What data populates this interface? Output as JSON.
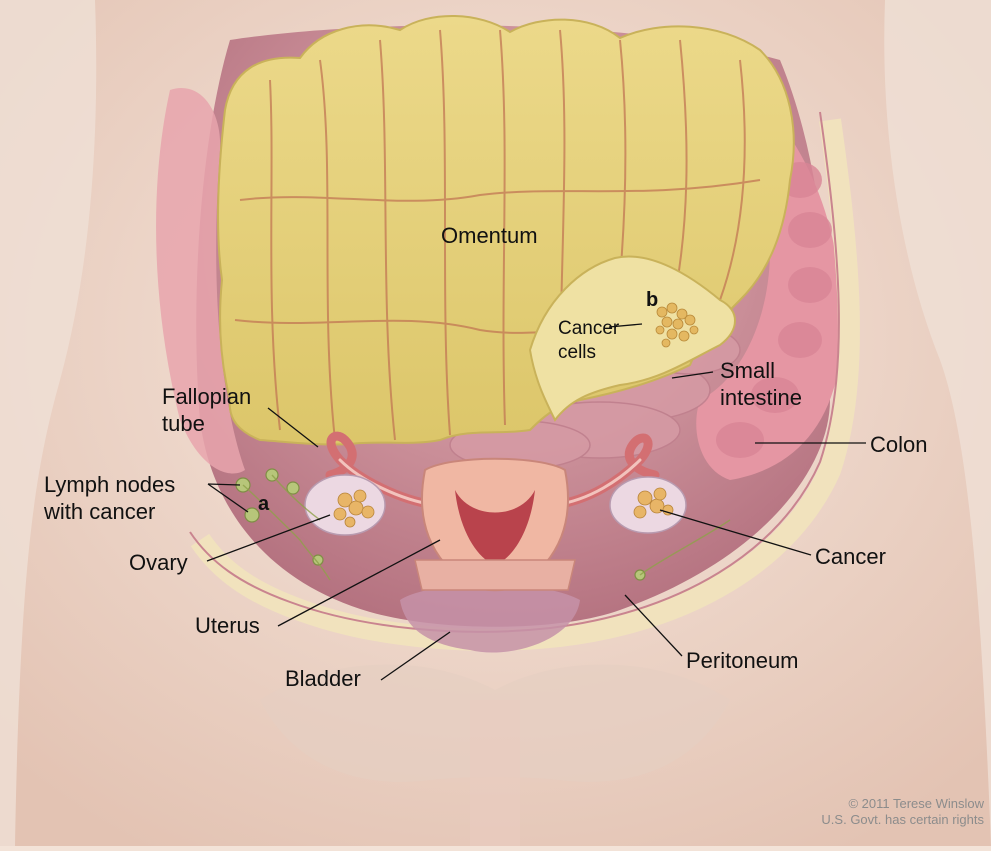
{
  "labels": {
    "omentum": "Omentum",
    "cancer_cells_line1": "Cancer",
    "cancer_cells_line2": "cells",
    "small_intestine_line1": "Small",
    "small_intestine_line2": "intestine",
    "colon": "Colon",
    "fallopian_tube_line1": "Fallopian",
    "fallopian_tube_line2": "tube",
    "lymph_nodes_line1": "Lymph nodes",
    "lymph_nodes_line2": "with cancer",
    "ovary": "Ovary",
    "cancer": "Cancer",
    "uterus": "Uterus",
    "peritoneum": "Peritoneum",
    "bladder": "Bladder",
    "marker_a": "a",
    "marker_b": "b"
  },
  "credit": {
    "line1": "© 2011 Terese Winslow",
    "line2": "U.S. Govt. has certain rights"
  },
  "colors": {
    "skin": "#f1dccf",
    "body_cavity": "#c98b95",
    "omentum": "#e4d27a",
    "omentum_vessel": "#c77c55",
    "peritoneum": "#efe0b8",
    "colon": "#e49aa6",
    "uterus": "#f0b7a3",
    "tumor": "#e8b567"
  }
}
